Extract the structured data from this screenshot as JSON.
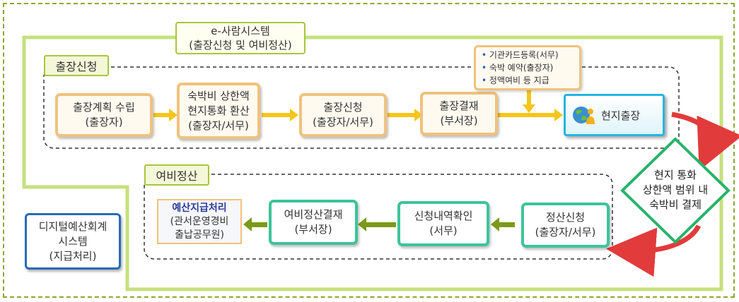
{
  "system": {
    "title": "e-사람시스템",
    "subtitle": "(출장신청 및 여비정산)"
  },
  "sections": {
    "trip": "출장신청",
    "expense": "여비정산"
  },
  "trip_steps": [
    {
      "line1": "출장계획 수립",
      "line2": "(출장자)"
    },
    {
      "line1": "숙박비 상한액",
      "line1b": "현지통화 환산",
      "line2": "(출장자/서무)"
    },
    {
      "line1": "출장신청",
      "line2": "(출장자/서무)"
    },
    {
      "line1": "출장결재",
      "line2": "(부서장)"
    }
  ],
  "notes": [
    "기관카드등록(서무)",
    "숙박 예약(출장자)",
    "정액여비 등  지급"
  ],
  "current_trip": {
    "label": "현지출장",
    "icon": "globe-person-icon"
  },
  "decision": {
    "line1": "현지 통화",
    "line2": "상한액 범위 내",
    "line3": "숙박비 결제"
  },
  "expense_steps": [
    {
      "line1": "정산신청",
      "line2": "(출장자/서무)"
    },
    {
      "line1": "신청내역확인",
      "line2": "(서무)"
    },
    {
      "line1": "여비정산결재",
      "line2": "(부서장)"
    }
  ],
  "execution": {
    "title": "예산지급처리",
    "line2": "(관서운영경비",
    "line3": "출납공무원)"
  },
  "external_system": {
    "line1": "디지털예산회계",
    "line2": "시스템",
    "line3": "(지급처리)"
  },
  "colors": {
    "outline_green": "#a8c63c",
    "orange_border": "#f0c27d",
    "teal_border": "#3cc49a",
    "arrow_yellow": "#f5c518",
    "arrow_green": "#7a9a1a",
    "curve_red": "#e23b3b"
  }
}
